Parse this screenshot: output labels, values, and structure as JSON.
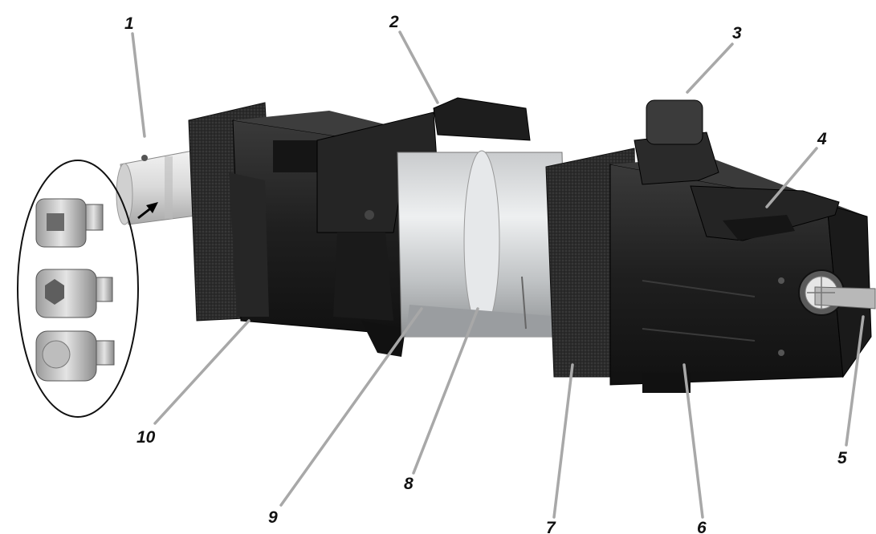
{
  "figure": {
    "callouts": [
      {
        "id": "c1",
        "label": "1"
      },
      {
        "id": "c2",
        "label": "2"
      },
      {
        "id": "c3",
        "label": "3"
      },
      {
        "id": "c4",
        "label": "4"
      },
      {
        "id": "c5",
        "label": "5"
      },
      {
        "id": "c6",
        "label": "6"
      },
      {
        "id": "c7",
        "label": "7"
      },
      {
        "id": "c8",
        "label": "8"
      },
      {
        "id": "c9",
        "label": "9"
      },
      {
        "id": "c10",
        "label": "10"
      }
    ],
    "accessory_group": {
      "item_count": 3
    },
    "colors": {
      "housing": "#1e1e1e",
      "felt": "#2a2a2a",
      "aluminium": "#d4d6d8",
      "leader": "#a8a8a8",
      "label": "#111111"
    }
  }
}
